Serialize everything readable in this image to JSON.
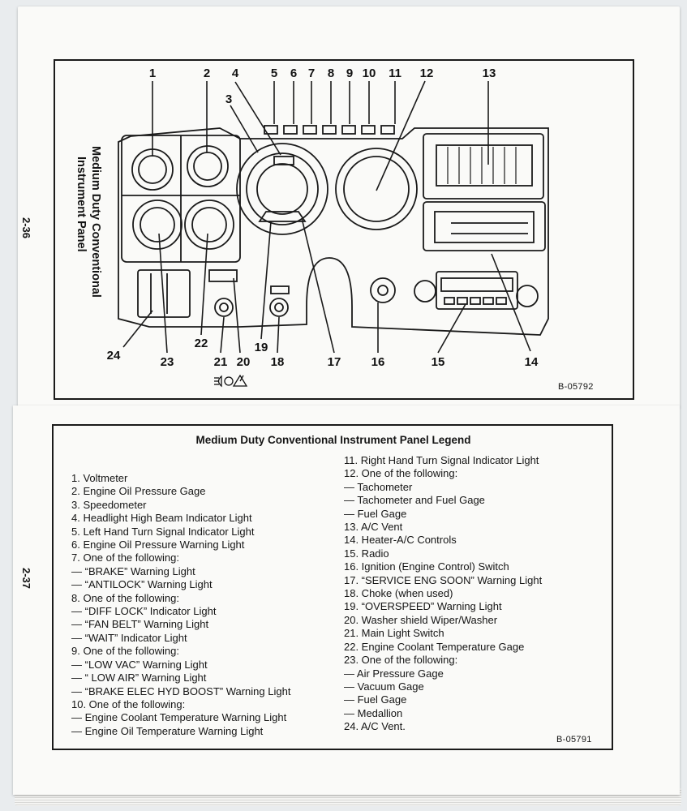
{
  "top_page": {
    "page_number": "2-36",
    "title_line1": "Medium Duty Conventional",
    "title_line2": "Instrument Panel",
    "figure_code": "B-05792",
    "callouts": [
      "1",
      "2",
      "3",
      "4",
      "5",
      "6",
      "7",
      "8",
      "9",
      "10",
      "11",
      "12",
      "13",
      "14",
      "15",
      "16",
      "17",
      "18",
      "19",
      "20",
      "21",
      "22",
      "23",
      "24"
    ],
    "icons": [
      "headlight-icon",
      "washer-wiper-icon"
    ]
  },
  "bottom_page": {
    "page_number": "2-37",
    "legend_title": "Medium Duty Conventional Instrument Panel Legend",
    "figure_code": "B-05791",
    "left_column": [
      "1.  Voltmeter",
      "2.  Engine Oil Pressure Gage",
      "3.  Speedometer",
      "4.  Headlight High Beam Indicator Light",
      "5.  Left Hand Turn Signal Indicator Light",
      "6.  Engine Oil Pressure Warning Light",
      "7.  One of the following:",
      "—   “BRAKE” Warning Light",
      "—   “ANTILOCK” Warning Light",
      "8.  One of the following:",
      "—   “DIFF LOCK” Indicator Light",
      "—   “FAN BELT” Warning Light",
      "—   “WAIT” Indicator Light",
      "9.  One of the following:",
      "—   “LOW VAC” Warning Light",
      "—   “ LOW AIR” Warning Light",
      "—   “BRAKE ELEC HYD BOOST” Warning Light",
      "10. One of the following:",
      "—   Engine Coolant Temperature Warning Light",
      "—   Engine Oil Temperature Warning Light"
    ],
    "right_column": [
      "11. Right Hand Turn Signal Indicator Light",
      "12. One of the following:",
      "—   Tachometer",
      "—   Tachometer and Fuel Gage",
      "—   Fuel Gage",
      "13. A/C Vent",
      "14. Heater-A/C Controls",
      "15. Radio",
      "16. Ignition (Engine Control) Switch",
      "17. “SERVICE ENG SOON” Warning Light",
      "18. Choke (when used)",
      "19. “OVERSPEED” Warning Light",
      "20. Washer shield Wiper/Washer",
      "21. Main Light Switch",
      "22. Engine Coolant Temperature Gage",
      "23. One of the following:",
      "—   Air Pressure Gage",
      "—   Vacuum Gage",
      "—   Fuel Gage",
      "—   Medallion",
      "24. A/C Vent."
    ]
  }
}
